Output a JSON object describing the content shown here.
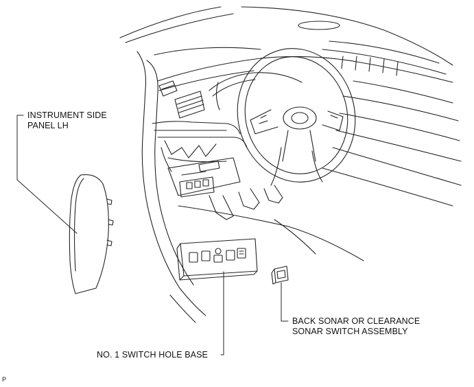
{
  "labels": {
    "panel_line1": "INSTRUMENT SIDE",
    "panel_line2": "PANEL LH",
    "switch_base": "NO. 1 SWITCH HOLE BASE",
    "sonar_line1": "BACK SONAR OR CLEARANCE",
    "sonar_line2": "SONAR SWITCH ASSEMBLY"
  },
  "figure_code": "P"
}
